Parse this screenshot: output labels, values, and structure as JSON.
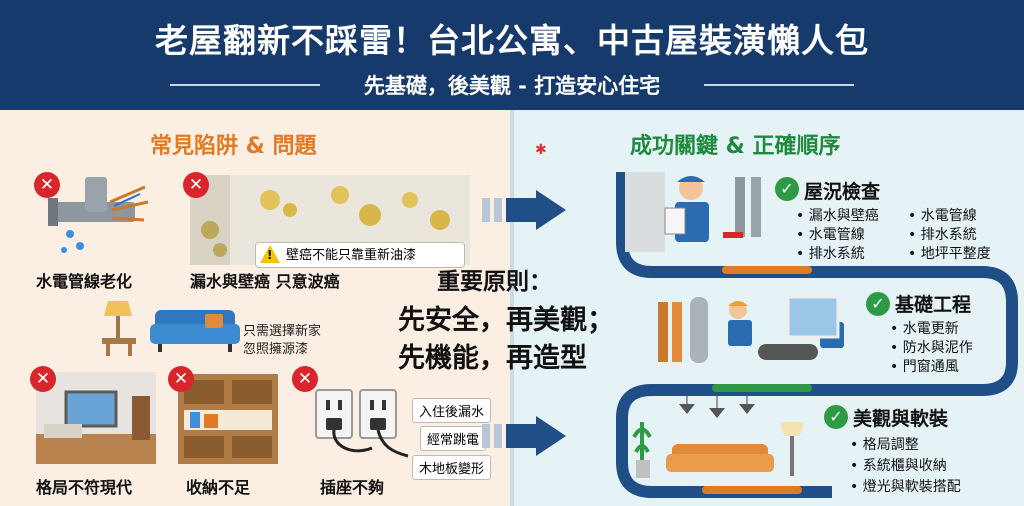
{
  "header": {
    "title": "老屋翻新不踩雷！台北公寓、中古屋裝潢懶人包",
    "subtitle": "先基礎，後美觀 - 打造安心住宅"
  },
  "left": {
    "section_title": "常見陷阱 & 問題",
    "items": [
      {
        "label": "水電管線老化"
      },
      {
        "label": "漏水與壁癌 只意波癌"
      },
      {
        "label": "格局不符現代"
      },
      {
        "label": "收納不足"
      },
      {
        "label": "插座不夠"
      }
    ],
    "warning_note": "壁癌不能只靠重新油漆",
    "furniture_note_line1": "只需選擇新家",
    "furniture_note_line2": "忽照擁源漆",
    "socket_callouts": [
      "入住後漏水",
      "經常跳電",
      "木地板變形"
    ]
  },
  "principle": {
    "heading": "重要原則：",
    "line1": "先安全，再美觀；",
    "line2": "先機能，再造型"
  },
  "right": {
    "section_title": "成功關鍵 & 正確順序",
    "steps": [
      {
        "title": "屋況檢查",
        "bullets": [
          "漏水與壁癌",
          "水電管線",
          "排水系統",
          "水電管線",
          "排水系統",
          "地坪平整度"
        ]
      },
      {
        "title": "基礎工程",
        "bullets": [
          "水電更新",
          "防水與泥作",
          "門窗通風"
        ]
      },
      {
        "title": "美觀與軟裝",
        "bullets": [
          "格局調整",
          "系統櫃與收納",
          "燈光與軟裝搭配"
        ]
      }
    ]
  },
  "colors": {
    "header_bg": "#163a6b",
    "left_accent": "#e07a24",
    "right_accent": "#1e8a3e",
    "warning_red": "#d8262c",
    "check_green": "#2e9a45",
    "path_blue": "#1f4f86"
  },
  "icons": {
    "bad": "x-circle-icon",
    "good": "check-circle-icon",
    "warn": "warning-triangle-icon",
    "flow": "arrow-right-icon"
  }
}
